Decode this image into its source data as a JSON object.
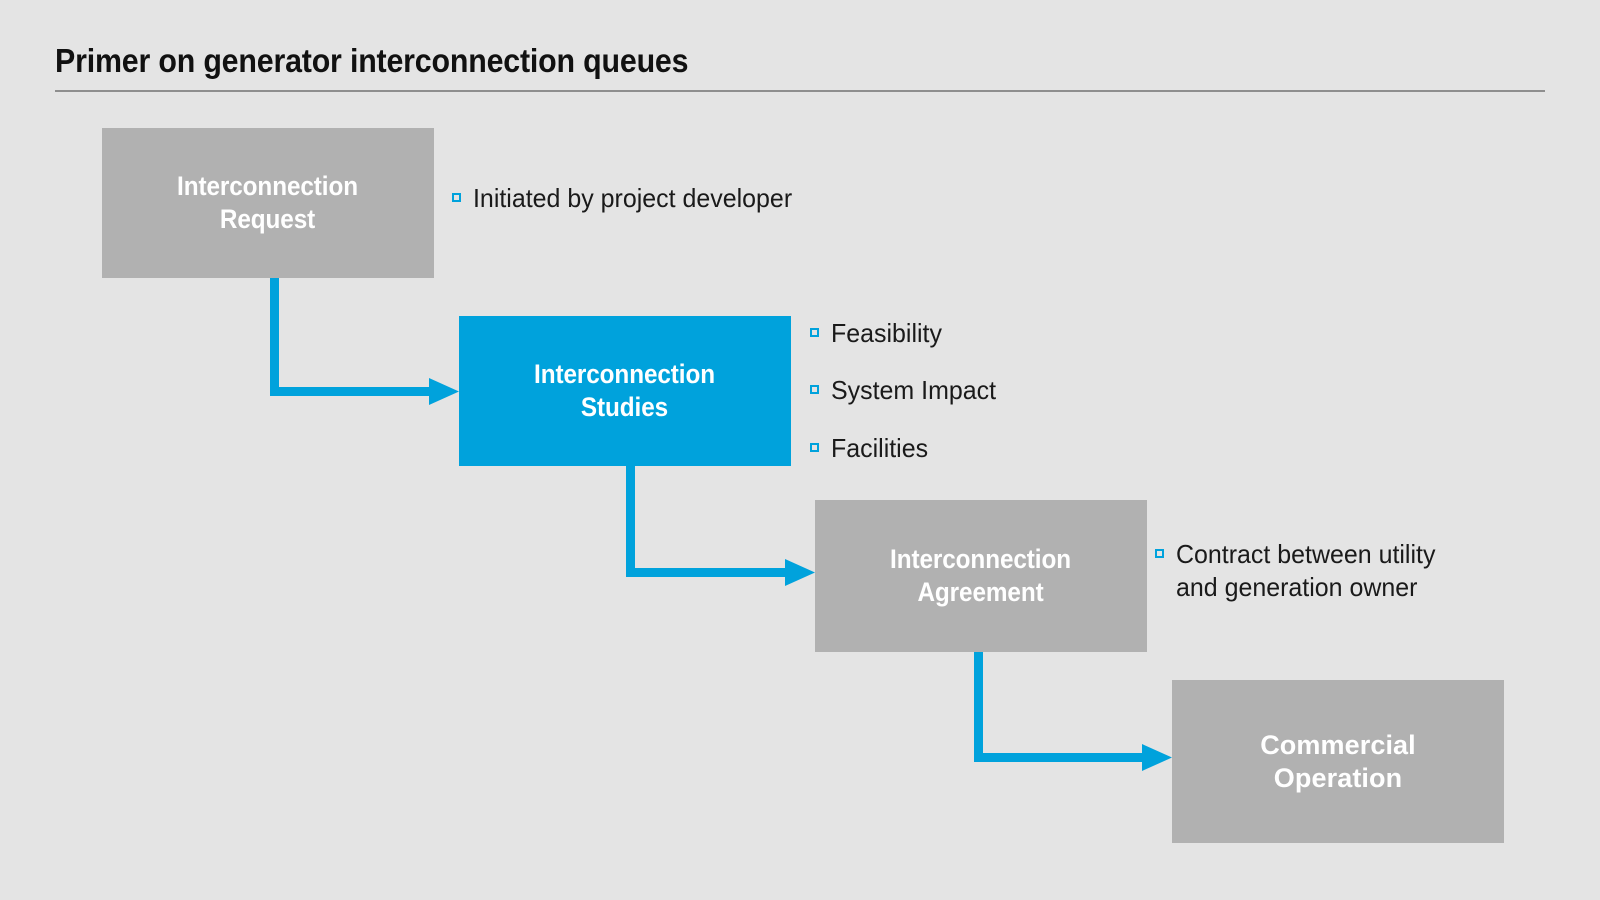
{
  "slide": {
    "title": "Primer on generator interconnection queues",
    "background_color": "#e4e4e4",
    "rule_color": "#8e8e8e"
  },
  "theme": {
    "accent_blue": "#00a2dc",
    "node_gray": "#b1b1b1",
    "node_text": "#ffffff",
    "body_text": "#1a1a1a"
  },
  "diagram": {
    "type": "flowchart",
    "orientation": "cascading-down-right",
    "nodes": [
      {
        "id": "interconnection-request",
        "label": "Interconnection\nRequest",
        "fill": "#b1b1b1",
        "order": 1
      },
      {
        "id": "interconnection-studies",
        "label": "Interconnection\nStudies",
        "fill": "#00a2dc",
        "order": 2
      },
      {
        "id": "interconnection-agreement",
        "label": "Interconnection\nAgreement",
        "fill": "#b1b1b1",
        "order": 3
      },
      {
        "id": "commercial-operation",
        "label": "Commercial\nOperation",
        "fill": "#b1b1b1",
        "order": 4
      }
    ],
    "connectors": [
      {
        "from": "interconnection-request",
        "to": "interconnection-studies",
        "style": "elbow-arrow",
        "color": "#00a2dc"
      },
      {
        "from": "interconnection-studies",
        "to": "interconnection-agreement",
        "style": "elbow-arrow",
        "color": "#00a2dc"
      },
      {
        "from": "interconnection-agreement",
        "to": "commercial-operation",
        "style": "elbow-arrow",
        "color": "#00a2dc"
      }
    ]
  },
  "annotations": {
    "request": {
      "items": [
        {
          "text": "Initiated by project developer"
        }
      ]
    },
    "studies": {
      "items": [
        {
          "text": "Feasibility"
        },
        {
          "text": "System Impact"
        },
        {
          "text": "Facilities"
        }
      ]
    },
    "agreement": {
      "items": [
        {
          "text": "Contract between utility\nand generation owner"
        }
      ]
    }
  }
}
